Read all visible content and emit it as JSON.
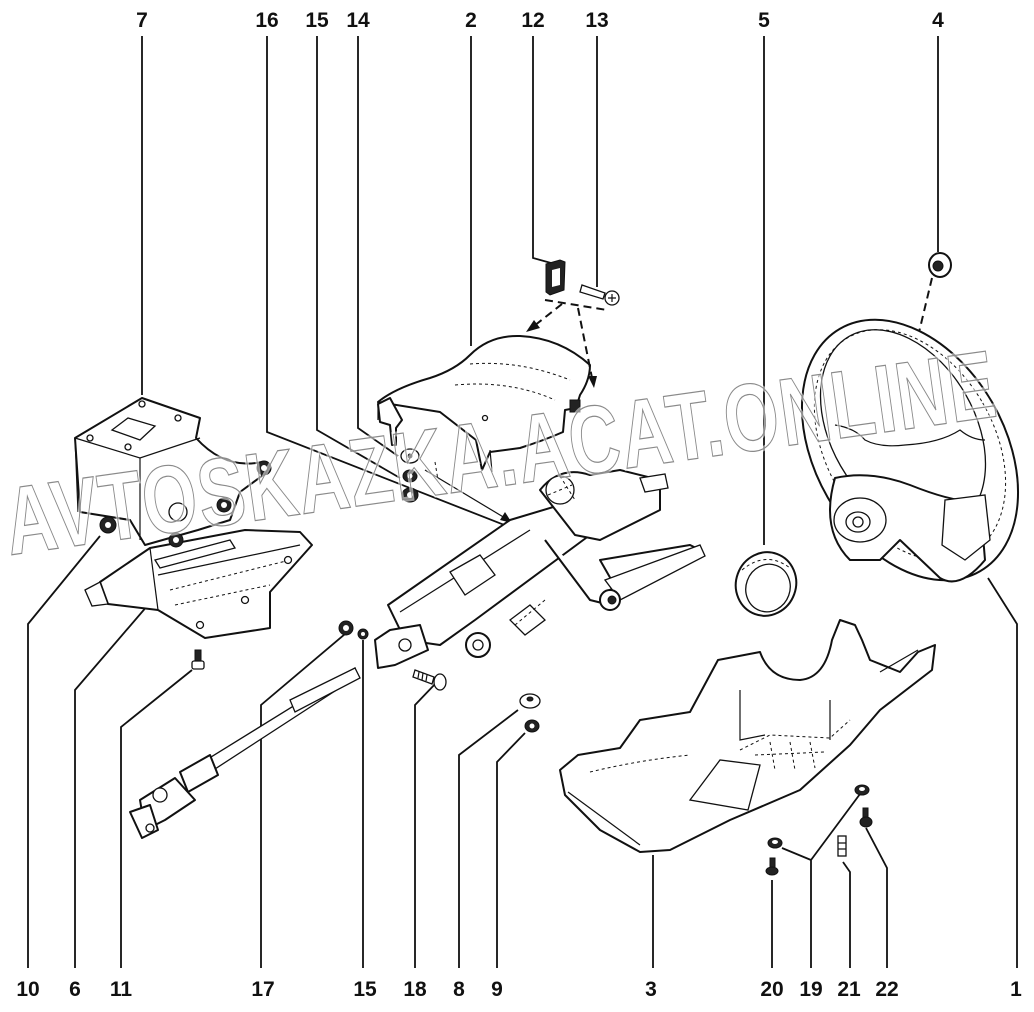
{
  "diagram": {
    "title": "Steering column assembly – exploded view",
    "watermark": "AVTOSKAZKA.ACAT.ONLINE",
    "callouts_top": [
      {
        "id": "7",
        "label": "7"
      },
      {
        "id": "16",
        "label": "16"
      },
      {
        "id": "15a",
        "label": "15"
      },
      {
        "id": "14",
        "label": "14"
      },
      {
        "id": "2",
        "label": "2"
      },
      {
        "id": "12",
        "label": "12"
      },
      {
        "id": "13",
        "label": "13"
      },
      {
        "id": "5",
        "label": "5"
      },
      {
        "id": "4",
        "label": "4"
      }
    ],
    "callouts_bottom": [
      {
        "id": "10",
        "label": "10"
      },
      {
        "id": "6",
        "label": "6"
      },
      {
        "id": "11",
        "label": "11"
      },
      {
        "id": "17",
        "label": "17"
      },
      {
        "id": "15b",
        "label": "15"
      },
      {
        "id": "18",
        "label": "18"
      },
      {
        "id": "8",
        "label": "8"
      },
      {
        "id": "9",
        "label": "9"
      },
      {
        "id": "3",
        "label": "3"
      },
      {
        "id": "20",
        "label": "20"
      },
      {
        "id": "19",
        "label": "19"
      },
      {
        "id": "21",
        "label": "21"
      },
      {
        "id": "22",
        "label": "22"
      },
      {
        "id": "1",
        "label": "1"
      }
    ],
    "parts": [
      {
        "num": "1",
        "name": "steering-wheel"
      },
      {
        "num": "2",
        "name": "upper-column-shroud"
      },
      {
        "num": "3",
        "name": "lower-column-shroud"
      },
      {
        "num": "4",
        "name": "steering-wheel-nut"
      },
      {
        "num": "5",
        "name": "contact-ring"
      },
      {
        "num": "6",
        "name": "mounting-bracket-lower"
      },
      {
        "num": "7",
        "name": "mounting-bracket-upper"
      },
      {
        "num": "8",
        "name": "washer"
      },
      {
        "num": "9",
        "name": "nut"
      },
      {
        "num": "10",
        "name": "nut"
      },
      {
        "num": "11",
        "name": "bolt"
      },
      {
        "num": "12",
        "name": "clip"
      },
      {
        "num": "13",
        "name": "screw"
      },
      {
        "num": "14",
        "name": "washer"
      },
      {
        "num": "15",
        "name": "spring-washer"
      },
      {
        "num": "16",
        "name": "nut"
      },
      {
        "num": "17",
        "name": "nut"
      },
      {
        "num": "18",
        "name": "bolt"
      },
      {
        "num": "19",
        "name": "washer"
      },
      {
        "num": "20",
        "name": "screw"
      },
      {
        "num": "21",
        "name": "screw"
      },
      {
        "num": "22",
        "name": "screw"
      }
    ]
  }
}
